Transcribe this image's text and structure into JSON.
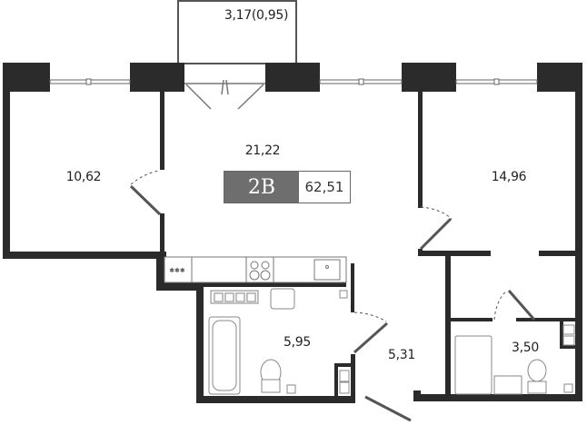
{
  "plan": {
    "apartment_type": "2В",
    "total_area": "62,51",
    "colors": {
      "wall": "#2b2b2b",
      "badge": "#6e6e6e",
      "fixture": "#999999"
    },
    "rooms": [
      {
        "id": "balcony",
        "label": "3,17(0,95)"
      },
      {
        "id": "living-kitchen",
        "label": "21,22"
      },
      {
        "id": "bedroom-left",
        "label": "10,62"
      },
      {
        "id": "bedroom-right",
        "label": "14,96"
      },
      {
        "id": "bathroom-main",
        "label": "5,95"
      },
      {
        "id": "hallway",
        "label": "5,31"
      },
      {
        "id": "bathroom-small",
        "label": "3,50"
      }
    ]
  }
}
